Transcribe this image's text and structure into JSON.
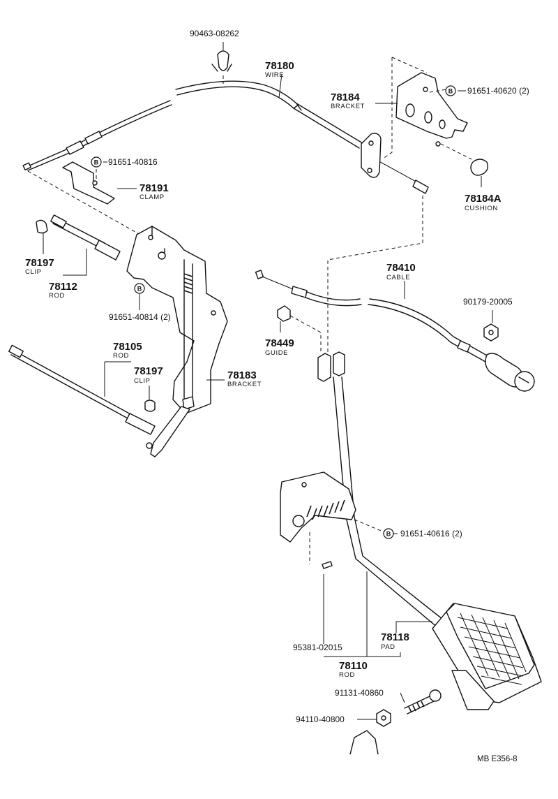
{
  "diagram": {
    "parts": {
      "clip_top": {
        "number": "90463-08262"
      },
      "wire": {
        "number": "78180",
        "caption": "WIRE"
      },
      "bracket_top": {
        "number": "78184",
        "caption": "BRACKET"
      },
      "screw_top_right": {
        "marker": "B",
        "number": "91651-40620",
        "qty": "(2)"
      },
      "cushion": {
        "number": "78184A",
        "caption": "CUSHION"
      },
      "screw_clamp": {
        "marker": "B",
        "number": "91651-40816"
      },
      "clamp": {
        "number": "78191",
        "caption": "CLAMP"
      },
      "clip_left": {
        "number": "78197",
        "caption": "CLIP"
      },
      "rod_left": {
        "number": "78112",
        "caption": "ROD"
      },
      "screw_bracket": {
        "marker": "B",
        "number": "91651-40814",
        "qty": "(2)"
      },
      "rod_lower": {
        "number": "78105",
        "caption": "ROD"
      },
      "clip_lower": {
        "number": "78197",
        "caption": "CLIP"
      },
      "bracket_mid": {
        "number": "78183",
        "caption": "BRACKET"
      },
      "cable": {
        "number": "78410",
        "caption": "CABLE"
      },
      "knob_nut": {
        "number": "90179-20005"
      },
      "guide": {
        "number": "78449",
        "caption": "GUIDE"
      },
      "screw_pedal": {
        "marker": "B",
        "number": "91651-40616",
        "qty": "(2)"
      },
      "pin": {
        "number": "95381-02015"
      },
      "pad": {
        "number": "78118",
        "caption": "PAD"
      },
      "rod_pedal": {
        "number": "78110",
        "caption": "ROD"
      },
      "bolt": {
        "number": "91131-40860"
      },
      "nut": {
        "number": "94110-40800"
      }
    },
    "footer": {
      "ref": "MB  E356-8"
    }
  }
}
